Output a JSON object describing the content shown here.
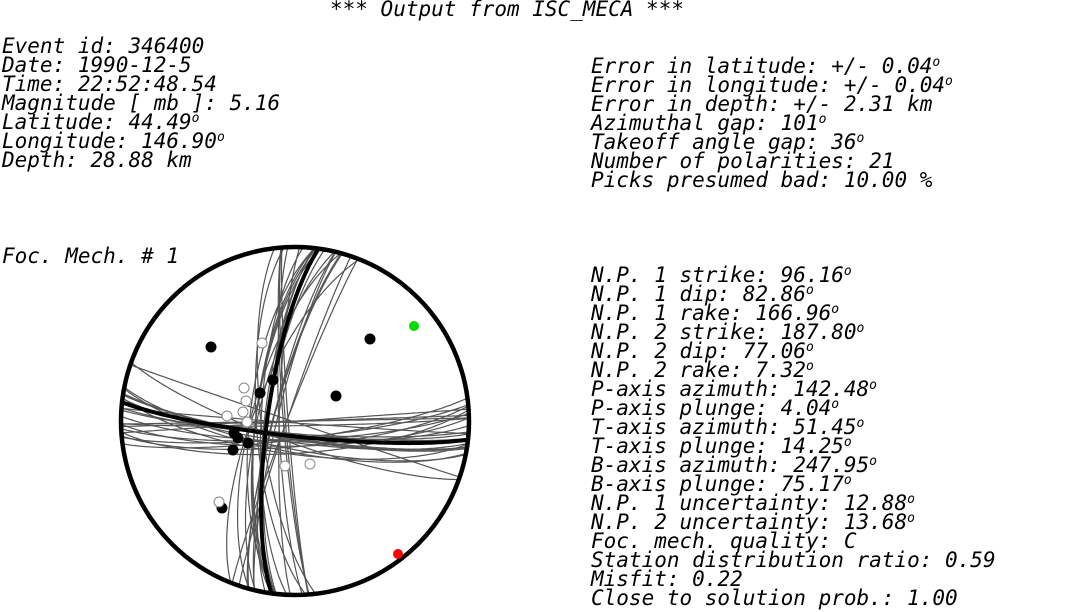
{
  "title": "*** Output from ISC_MECA ***",
  "event": [
    {
      "label": "Event id: ",
      "value": "346400",
      "deg": ""
    },
    {
      "label": "Date: ",
      "value": "1990-12-5",
      "deg": ""
    },
    {
      "label": "Time: ",
      "value": "22:52:48.54",
      "deg": ""
    },
    {
      "label": "Magnitude [ mb ]: ",
      "value": "5.16",
      "deg": ""
    },
    {
      "label": "Latitude: ",
      "value": "44.49",
      "deg": "o"
    },
    {
      "label": "Longitude: ",
      "value": "146.90",
      "deg": "o"
    },
    {
      "label": "Depth: ",
      "value": "28.88 km",
      "deg": ""
    }
  ],
  "errors": [
    {
      "label": "Error in latitude: ",
      "value": "+/- 0.04",
      "deg": "o"
    },
    {
      "label": "Error in longitude: ",
      "value": "+/- 0.04",
      "deg": "o"
    },
    {
      "label": "Error in depth: ",
      "value": "+/- 2.31 km",
      "deg": ""
    },
    {
      "label": "Azimuthal gap: ",
      "value": "101",
      "deg": "o"
    },
    {
      "label": "Takeoff angle gap: ",
      "value": "36",
      "deg": "o"
    },
    {
      "label": "Number of polarities: ",
      "value": "21",
      "deg": ""
    },
    {
      "label": "Picks presumed bad: ",
      "value": "10.00 %",
      "deg": ""
    }
  ],
  "focal_label": "Foc. Mech. # 1",
  "solution": [
    {
      "label": "N.P. 1 strike: ",
      "value": "96.16",
      "deg": "o"
    },
    {
      "label": "N.P. 1 dip: ",
      "value": "82.86",
      "deg": "o"
    },
    {
      "label": "N.P. 1 rake: ",
      "value": "166.96",
      "deg": "o"
    },
    {
      "label": "N.P. 2 strike: ",
      "value": "187.80",
      "deg": "o"
    },
    {
      "label": "N.P. 2 dip: ",
      "value": "77.06",
      "deg": "o"
    },
    {
      "label": "N.P. 2 rake: ",
      "value": "7.32",
      "deg": "o"
    },
    {
      "label": "P-axis azimuth: ",
      "value": "142.48",
      "deg": "o"
    },
    {
      "label": "P-axis plunge: ",
      "value": "4.04",
      "deg": "o"
    },
    {
      "label": "T-axis azimuth: ",
      "value": "51.45",
      "deg": "o"
    },
    {
      "label": "T-axis plunge: ",
      "value": "14.25",
      "deg": "o"
    },
    {
      "label": "B-axis azimuth: ",
      "value": "247.95",
      "deg": "o"
    },
    {
      "label": "B-axis plunge: ",
      "value": "75.17",
      "deg": "o"
    },
    {
      "label": "N.P. 1 uncertainty: ",
      "value": "12.88",
      "deg": "o"
    },
    {
      "label": "N.P. 2 uncertainty: ",
      "value": "13.68",
      "deg": "o"
    },
    {
      "label": "Foc. mech. quality: ",
      "value": "C",
      "deg": ""
    },
    {
      "label": "Station distribution ratio: ",
      "value": "0.59",
      "deg": ""
    },
    {
      "label": "Misfit: ",
      "value": "0.22",
      "deg": ""
    },
    {
      "label": "Close to solution prob.: ",
      "value": "1.00",
      "deg": ""
    }
  ],
  "stereonet": {
    "colors": {
      "outline": "#000000",
      "uncertainty": "#555555",
      "compression": "#000000",
      "dilatation": "#ffffff",
      "t_axis": "#00dd00",
      "p_axis": "#ff0000"
    }
  }
}
